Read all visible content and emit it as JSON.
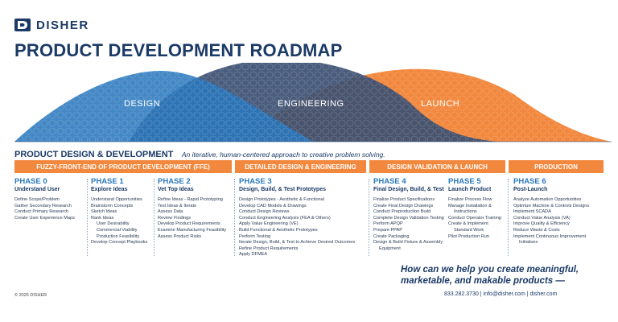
{
  "brand": {
    "name": "DISHER",
    "logo_icon": "disher-logo-icon"
  },
  "title": "PRODUCT DEVELOPMENT ROADMAP",
  "colors": {
    "navy": "#1b3a66",
    "blue": "#2a78bd",
    "orange": "#f2883e"
  },
  "waves": {
    "design": "DESIGN",
    "engineering": "ENGINEERING",
    "launch": "LAUNCH"
  },
  "section": {
    "title": "PRODUCT DESIGN & DEVELOPMENT",
    "subtitle": "An iterative, human-centered approach to creative problem solving."
  },
  "bands": [
    "FUZZY-FRONT-END OF PRODUCT DEVELOPMENT (FFE)",
    "DETAILED DESIGN & ENGINEERING",
    "DESIGN VALIDATION & LAUNCH",
    "PRODUCTION"
  ],
  "phases": [
    {
      "number": "PHASE 0",
      "name": "Understand User",
      "items": [
        "Define Scope/Problem",
        "Gather Secondary Research",
        "Conduct Primary Research",
        "Create User Experience Maps"
      ]
    },
    {
      "number": "PHASE 1",
      "name": "Explore Ideas",
      "items": [
        "Understand Opportunities",
        "Brainstorm Concepts",
        "Sketch Ideas",
        "Rank Ideas",
        "User Desirability",
        "Commercial Viability",
        "Production Feasibility",
        "Develop Concept Playbooks"
      ]
    },
    {
      "number": "PHASE 2",
      "name": "Vet Top Ideas",
      "items": [
        "Refine Ideas - Rapid Prototyping",
        "Test Ideas & Iterate",
        "Assess Data",
        "Review Findings",
        "Develop Product Requirements",
        "Examine Manufacturing Feasibility",
        "Assess Product Risks"
      ]
    },
    {
      "number": "PHASE 3",
      "name": "Design, Build, & Test Prototypes",
      "items": [
        "Design Prototypes - Aesthetic & Functional",
        "Develop CAD Models & Drawings",
        "Conduct Design Reviews",
        "Conduct Engineering Analysis (FEA & Others)",
        "Apply Value Engineering (VE)",
        "Build Functional & Aesthetic Prototypes",
        "Perform Testing",
        "Iterate Design, Build, & Test to Achieve Desired Outcomes",
        "Refine Product Requirements",
        "Apply DFMEA"
      ]
    },
    {
      "number": "PHASE 4",
      "name": "Final Design, Build, & Test",
      "items": [
        "Finalize Product Specifications",
        "Create Final Design Drawings",
        "Conduct Preproduction Build",
        "Complete Design Validation Testing",
        "Perform APQP",
        "Prepare PPAP",
        "Create Packaging",
        "Design & Build Fixture & Assembly",
        "Equipment"
      ]
    },
    {
      "number": "PHASE 5",
      "name": "Launch Product",
      "items": [
        "Finalize Process Flow",
        "Manage Installation &",
        "Instructions",
        "Conduct Operator Training",
        "Create & Implement",
        "Standard Work",
        "Pilot Production Run"
      ]
    },
    {
      "number": "PHASE 6",
      "name": "Post-Launch",
      "items": [
        "Analyze Automation Opportunities",
        "Optimize Machine & Controls Designs",
        "Implement SCADA",
        "Conduct Value Analysis (VA)",
        "Improve Quality & Efficiency",
        "Reduce Waste & Costs",
        "Implement Continuous Improvement",
        "Initiatives"
      ]
    }
  ],
  "cta": {
    "line1": "How can we help you create meaningful,",
    "line2": "marketable, and makable products —"
  },
  "footer": {
    "copyright": "© 2025 DISHER",
    "contact": "833.282.3730 | info@disher.com | disher.com"
  }
}
